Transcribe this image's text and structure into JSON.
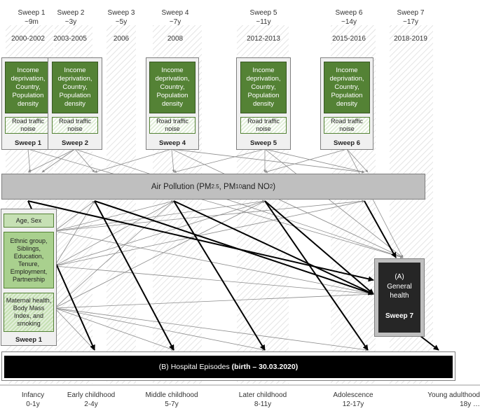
{
  "sweeps": [
    {
      "name": "Sweep 1",
      "age": "~9m",
      "years": "2000-2002"
    },
    {
      "name": "Sweep 2",
      "age": "~3y",
      "years": "2003-2005"
    },
    {
      "name": "Sweep 3",
      "age": "~5y",
      "years": "2006"
    },
    {
      "name": "Sweep 4",
      "age": "~7y",
      "years": "2008"
    },
    {
      "name": "Sweep 5",
      "age": "~11y",
      "years": "2012-2013"
    },
    {
      "name": "Sweep 6",
      "age": "~14y",
      "years": "2015-2016"
    },
    {
      "name": "Sweep 7",
      "age": "~17y",
      "years": "2018-2019"
    }
  ],
  "area_panels": [
    {
      "main": "Income deprivation, Country, Population density",
      "noise": "Road traffic noise",
      "label": "Sweep 1"
    },
    {
      "main": "Income deprivation, Country, Population density",
      "noise": "Road traffic noise",
      "label": "Sweep 2"
    },
    {
      "main": "Income deprivation, Country, Population density",
      "noise": "Road traffic noise",
      "label": "Sweep 4"
    },
    {
      "main": "Income deprivation, Country, Population density",
      "noise": "Road traffic noise",
      "label": "Sweep 5"
    },
    {
      "main": "Income deprivation, Country, Population density",
      "noise": "Road traffic noise",
      "label": "Sweep 6"
    }
  ],
  "air_pollution": {
    "prefix": "Air Pollution (PM",
    "sub1": "2.5",
    "mid": ", PM",
    "sub2": "10",
    "suffix": " and NO",
    "sub3": "2",
    "end": ")"
  },
  "covariates": {
    "box1": "Age, Sex",
    "box2": "Ethnic group, Siblings, Education, Tenure, Employment, Partnership",
    "box3": "Maternal health, Body Mass Index, and smoking",
    "label": "Sweep 1"
  },
  "general_health": {
    "tag": "(A)",
    "title": "General health",
    "sweep": "Sweep 7"
  },
  "hospital": {
    "label": "(B) Hospital Episodes ",
    "range": "(birth – 30.03.2020)"
  },
  "stages": [
    {
      "name": "Infancy",
      "age": "0-1y"
    },
    {
      "name": "Early childhood",
      "age": "2-4y"
    },
    {
      "name": "Middle childhood",
      "age": "5-7y"
    },
    {
      "name": "Later childhood",
      "age": "8-11y"
    },
    {
      "name": "Adolescence",
      "age": "12-17y"
    },
    {
      "name": "Young adulthood",
      "age": "18y …"
    }
  ],
  "colors": {
    "green": "#548235",
    "air": "#bfbfbf",
    "hospital": "#000000",
    "health_box": "#262626"
  }
}
